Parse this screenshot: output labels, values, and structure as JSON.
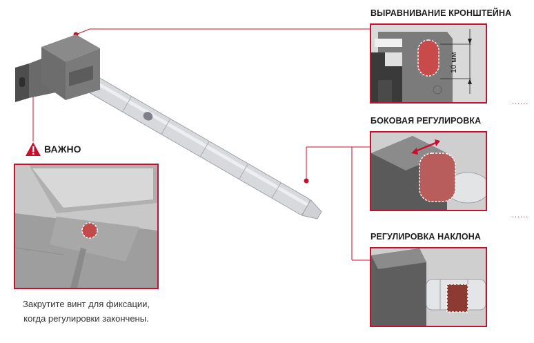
{
  "headings": {
    "bracket_alignment": "ВЫРАВНИВАНИЕ КРОНШТЕЙНА",
    "side_adjustment": "БОКОВАЯ РЕГУЛИРОВКА",
    "tilt_adjustment": "РЕГУЛИРОВКА НАКЛОНА"
  },
  "warning": {
    "label": "ВАЖНО",
    "caption_line1": "Закрутите винт для фиксации,",
    "caption_line2": "когда регулировки закончены."
  },
  "dimension_label": "10 мм",
  "dots": "......",
  "colors": {
    "accent": "#c8102e",
    "metal": "#8d8d8d",
    "dark_gray": "#5a5a5a"
  }
}
